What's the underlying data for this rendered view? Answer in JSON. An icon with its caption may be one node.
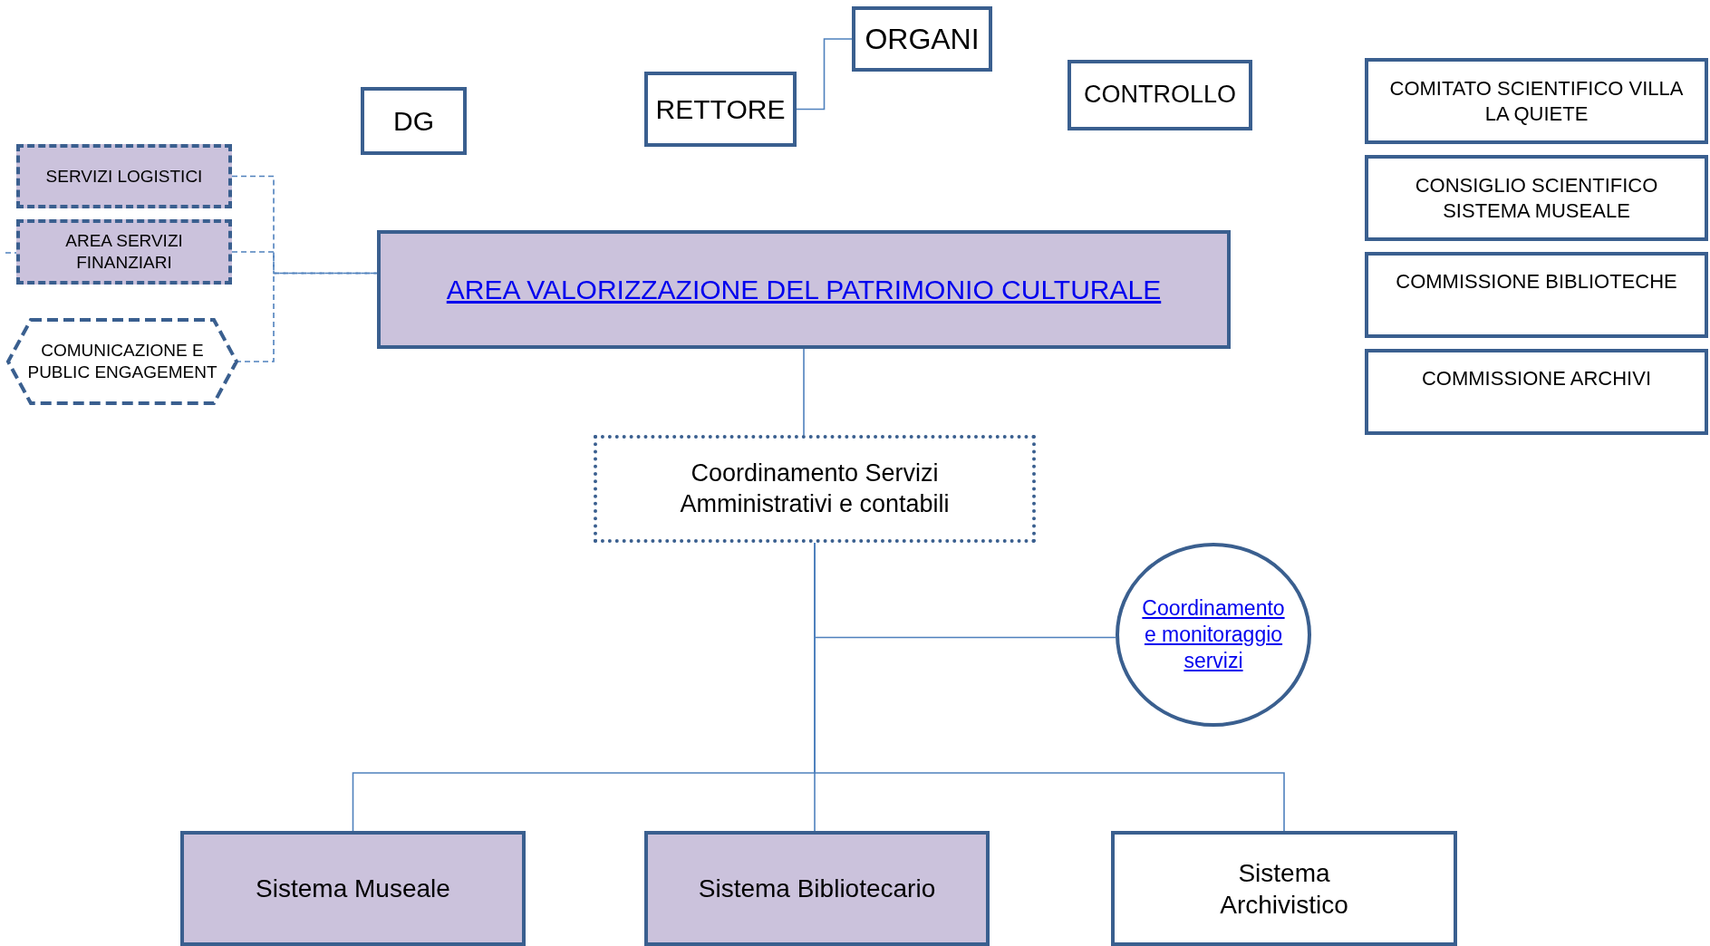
{
  "diagram": {
    "nodes": [
      {
        "text": [
          "DG"
        ]
      },
      {
        "text": [
          "RETTORE"
        ]
      },
      {
        "text": [
          "ORGANI"
        ]
      },
      {
        "text": [
          "CONTROLLO"
        ]
      },
      {
        "text": [
          "COMITATO SCIENTIFICO VILLA LA QUIETE"
        ]
      },
      {
        "text": [
          "CONSIGLIO SCIENTIFICO SISTEMA MUSEALE"
        ]
      },
      {
        "text": [
          "COMMISSIONE BIBLIOTECHE"
        ]
      },
      {
        "text": [
          "COMMISSIONE ARCHIVI"
        ]
      },
      {
        "text": [
          "SERVIZI LOGISTICI"
        ]
      },
      {
        "text": [
          "AREA SERVIZI FINANZIARI"
        ]
      },
      {
        "text": [
          "COMUNICAZIONE E PUBLIC ENGAGEMENT"
        ]
      },
      {
        "text": [
          "AREA VALORIZZAZIONE DEL PATRIMONIO CULTURALE"
        ]
      },
      {
        "text": [
          "Coordinamento Servizi Amministrativi e contabili"
        ]
      },
      {
        "text": [
          "Coordinamento e monitoraggio servizi"
        ]
      },
      {
        "text": [
          "Sistema  Museale"
        ]
      },
      {
        "text": [
          "Sistema Bibliotecario"
        ]
      },
      {
        "text": [
          "Sistema Archivistico"
        ]
      }
    ],
    "edges": [
      {
        "from": 1,
        "to": 2,
        "arrow": "none"
      },
      {
        "from": 8,
        "to": 11,
        "arrow": "none",
        "style": "dashed"
      },
      {
        "from": 9,
        "to": 11,
        "arrow": "none",
        "style": "dashed"
      },
      {
        "from": 10,
        "to": 11,
        "arrow": "none",
        "style": "dashed"
      },
      {
        "from": null,
        "to": 9,
        "arrow": "none",
        "style": "dashed"
      },
      {
        "from": 11,
        "to": 12,
        "arrow": "none"
      },
      {
        "from": 12,
        "to": 13,
        "arrow": "none"
      },
      {
        "from": 12,
        "to": 14,
        "arrow": "none"
      },
      {
        "from": 12,
        "to": 15,
        "arrow": "none"
      },
      {
        "from": 12,
        "to": 16,
        "arrow": "none"
      }
    ]
  }
}
